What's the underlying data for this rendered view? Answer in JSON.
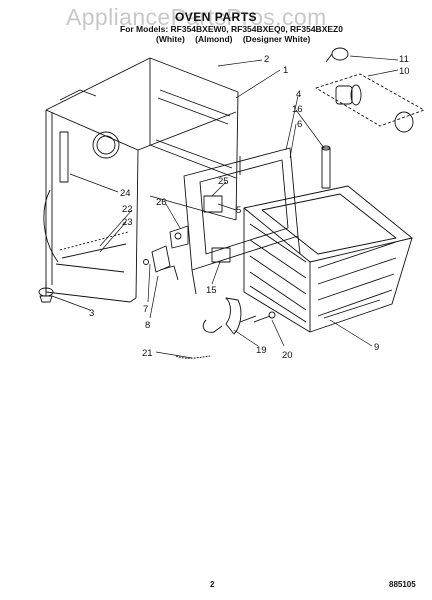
{
  "watermark": "AppliancePartsPros.com",
  "header": {
    "title": "OVEN PARTS",
    "model_line": "For Models: RF354BXEW0, RF354BXEQ0, RF354BXEZ0",
    "colors": [
      "(White)",
      "(Almond)",
      "(Designer White)"
    ]
  },
  "callouts": [
    "1",
    "2",
    "3",
    "4",
    "5",
    "6",
    "7",
    "8",
    "9",
    "10",
    "11",
    "15",
    "16",
    "19",
    "20",
    "21",
    "22",
    "23",
    "24",
    "25",
    "26"
  ],
  "footer": {
    "page_number": "2",
    "doc_number": "885105"
  }
}
